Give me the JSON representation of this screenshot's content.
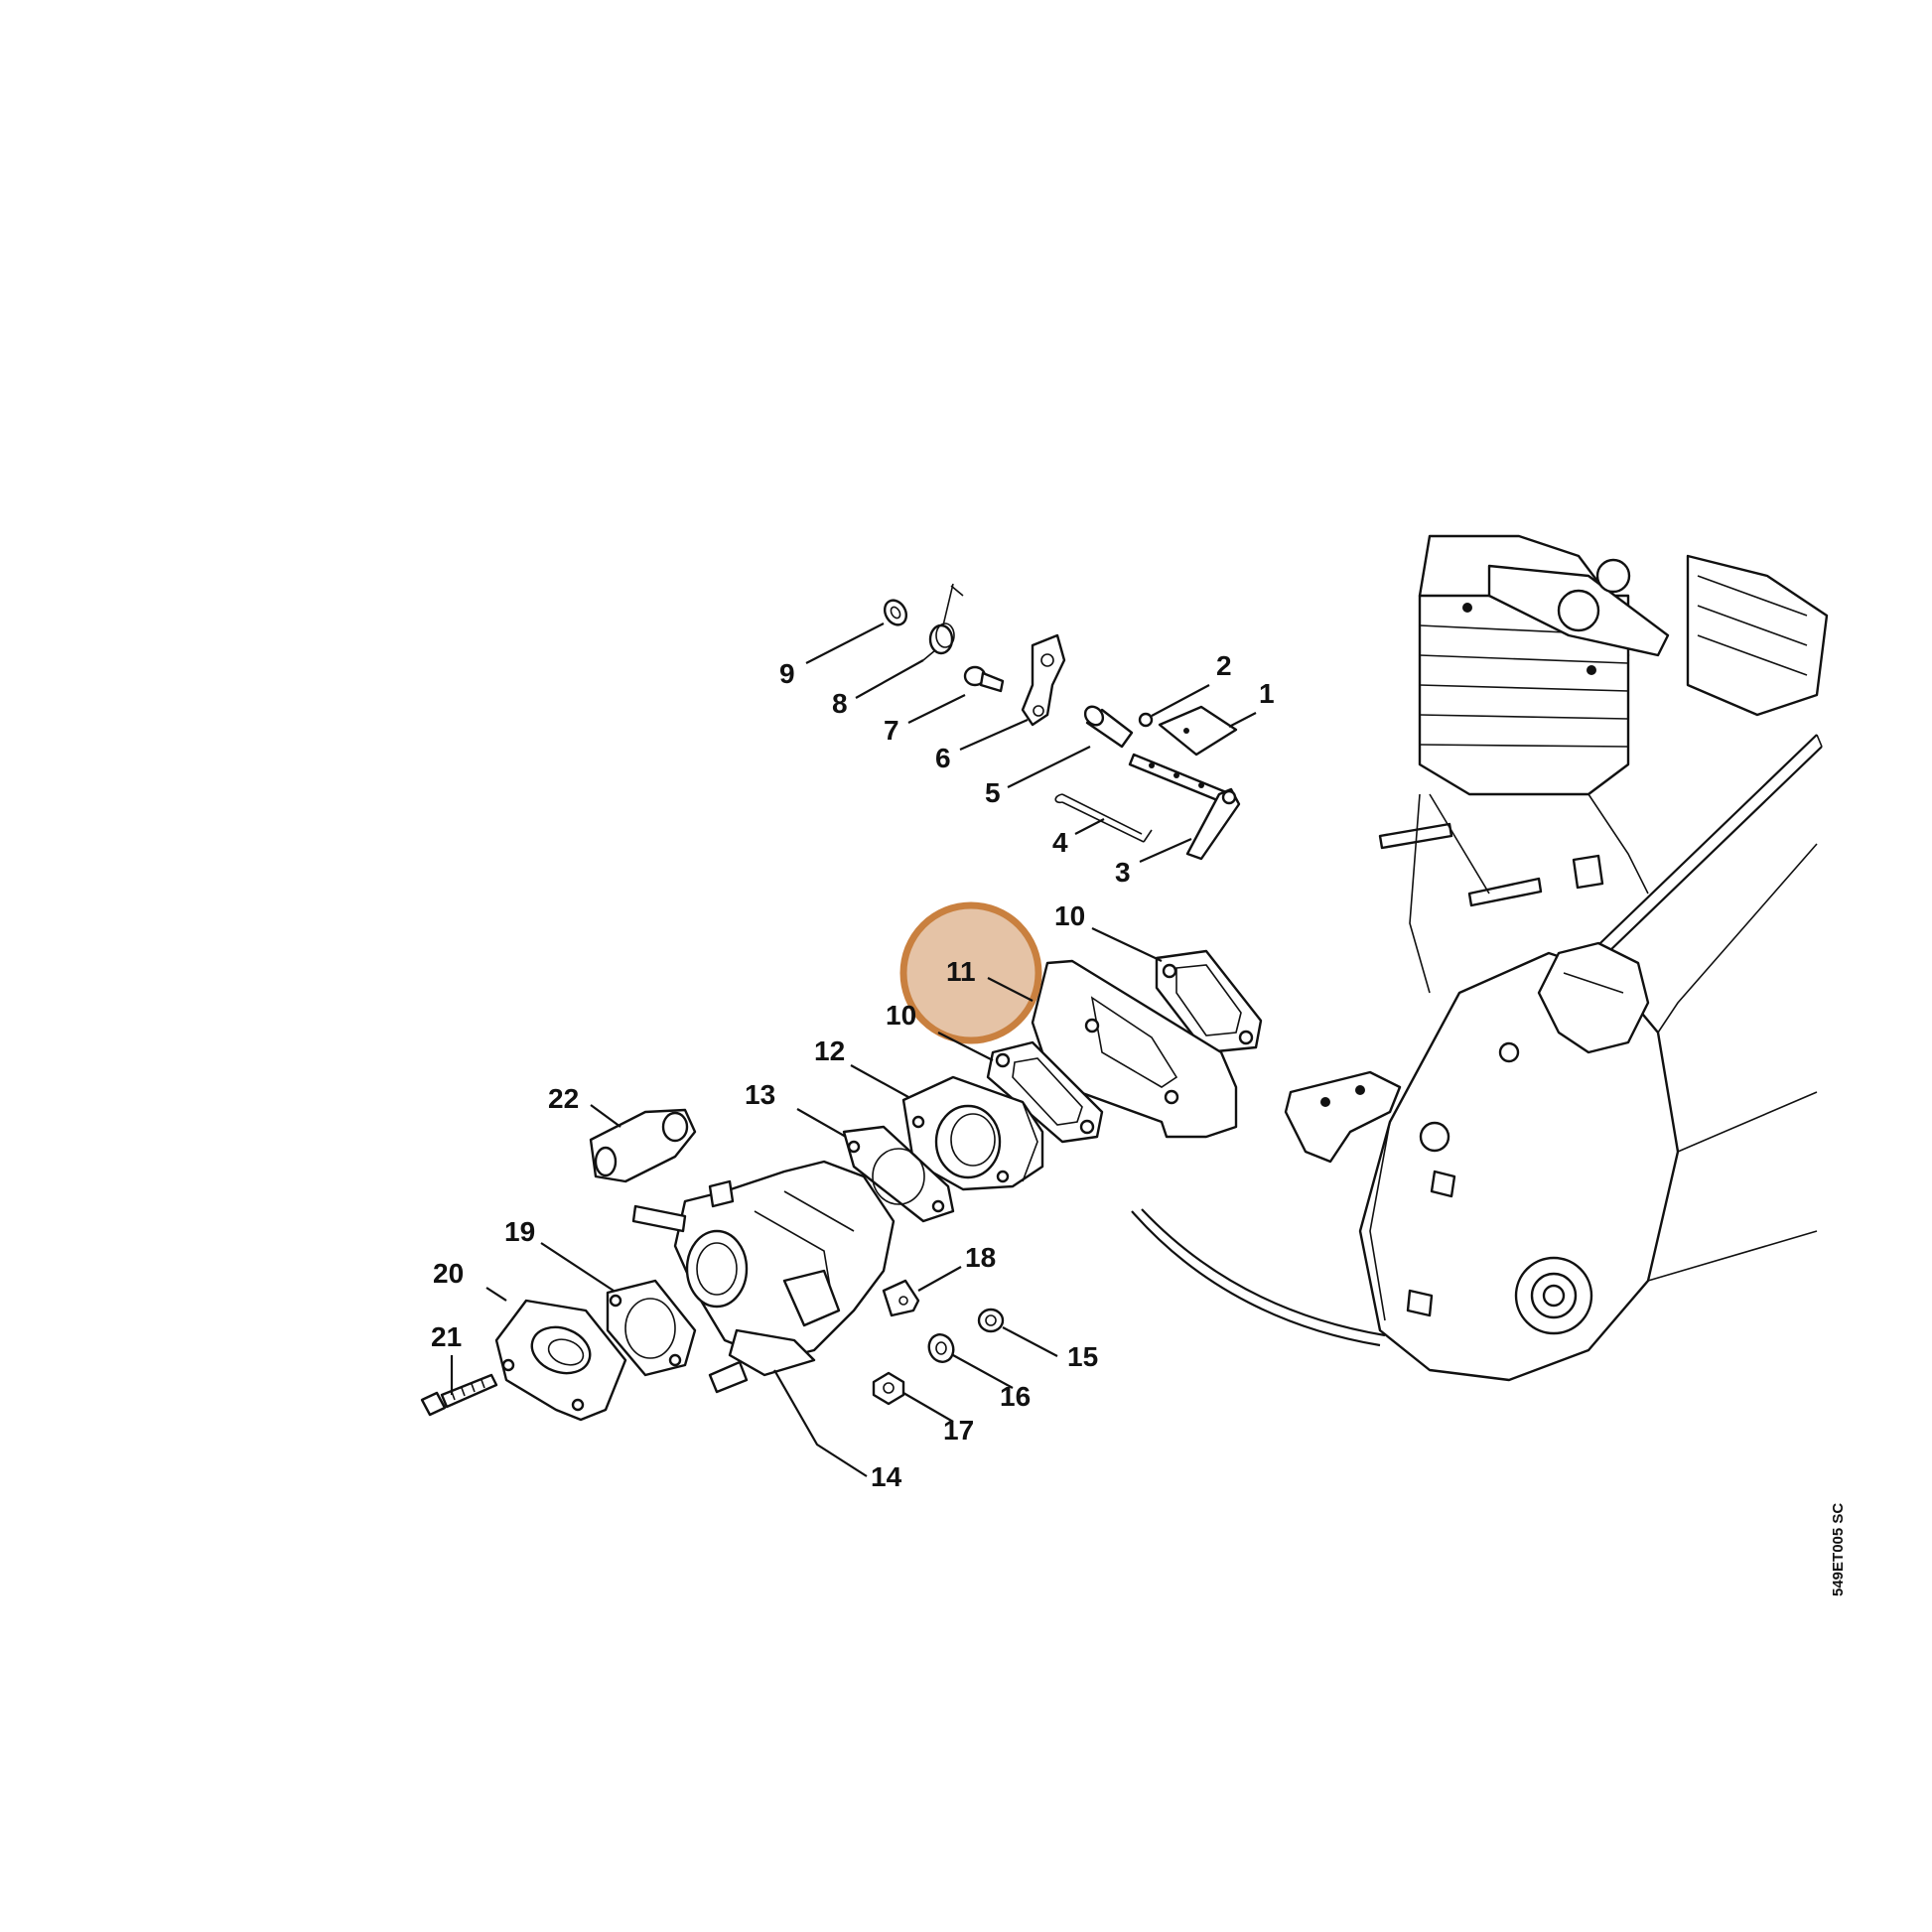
{
  "highlight": {
    "part_number": "11",
    "fill_color": "#e0b896",
    "stroke_color": "#c9803f"
  },
  "reference_code": "549ET005 SC",
  "labels": [
    {
      "id": "1",
      "text": "1"
    },
    {
      "id": "2",
      "text": "2"
    },
    {
      "id": "3",
      "text": "3"
    },
    {
      "id": "4",
      "text": "4"
    },
    {
      "id": "5",
      "text": "5"
    },
    {
      "id": "6",
      "text": "6"
    },
    {
      "id": "7",
      "text": "7"
    },
    {
      "id": "8",
      "text": "8"
    },
    {
      "id": "9",
      "text": "9"
    },
    {
      "id": "10a",
      "text": "10"
    },
    {
      "id": "10b",
      "text": "10"
    },
    {
      "id": "11",
      "text": "11"
    },
    {
      "id": "12",
      "text": "12"
    },
    {
      "id": "13",
      "text": "13"
    },
    {
      "id": "14",
      "text": "14"
    },
    {
      "id": "15",
      "text": "15"
    },
    {
      "id": "16",
      "text": "16"
    },
    {
      "id": "17",
      "text": "17"
    },
    {
      "id": "18",
      "text": "18"
    },
    {
      "id": "19",
      "text": "19"
    },
    {
      "id": "20",
      "text": "20"
    },
    {
      "id": "21",
      "text": "21"
    },
    {
      "id": "22",
      "text": "22"
    }
  ]
}
